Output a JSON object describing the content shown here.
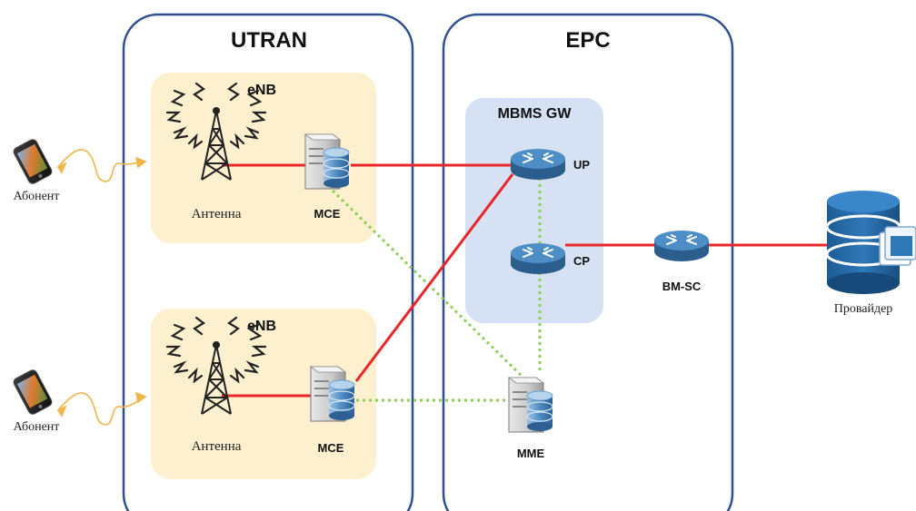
{
  "regions": {
    "utran": "UTRAN",
    "epc": "EPC",
    "mbms_gw": "MBMS GW"
  },
  "enb": [
    {
      "title": "eNB",
      "antenna_label": "Антенна",
      "mce_label": "MCE",
      "subscriber_label": "Абонент"
    },
    {
      "title": "eNB",
      "antenna_label": "Антенна",
      "mce_label": "MCE",
      "subscriber_label": "Абонент"
    }
  ],
  "nodes": {
    "up": "UP",
    "cp": "CP",
    "mme": "MME",
    "bmsc": "BM-SC",
    "provider": "Провайдер"
  },
  "colors": {
    "region_border": "#2f4f8f",
    "enb_fill": "#fdf0cf",
    "mbms_fill": "#d6e2f3",
    "user_plane_link": "#e8262a",
    "control_link": "#8fcf5a",
    "wireless_link": "#f0b64a",
    "router": "#3f7fb8",
    "database": "#2e6fa8"
  },
  "icons": [
    "phone-icon",
    "antenna-tower-icon",
    "server-database-icon",
    "router-icon",
    "database-stack-icon"
  ]
}
